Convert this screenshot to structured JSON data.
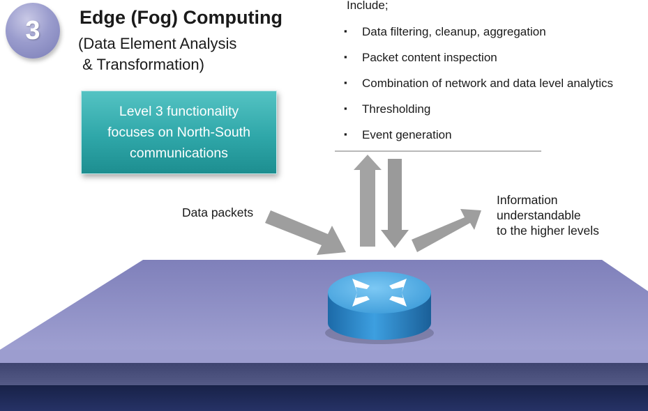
{
  "level": {
    "number": "3",
    "title": "Edge (Fog) Computing",
    "subtitle_lines": [
      "(Data Element Analysis",
      " & Transformation)"
    ]
  },
  "callout": {
    "lines": [
      "Level 3 functionality",
      "focuses on North-South",
      "communications"
    ]
  },
  "includes": {
    "heading": "Include;",
    "items": [
      "Data filtering, cleanup, aggregation",
      "Packet content inspection",
      "Combination of network and data level analytics",
      "Thresholding",
      "Event generation"
    ]
  },
  "flows": {
    "input_label": "Data packets",
    "output_label_lines": [
      "Information",
      "understandable",
      "to the higher levels"
    ]
  },
  "colors": {
    "badge": "#9a9ccd",
    "callout": "#2fa7a9",
    "plane_top": "#8e8ec4",
    "plane_middle": "#4a4f79",
    "plane_bottom": "#1f2a52",
    "arrow": "#9e9e9e",
    "router": "#2f8fcf"
  },
  "icons": {
    "router": "router-icon",
    "bullet": "square-bullet"
  }
}
